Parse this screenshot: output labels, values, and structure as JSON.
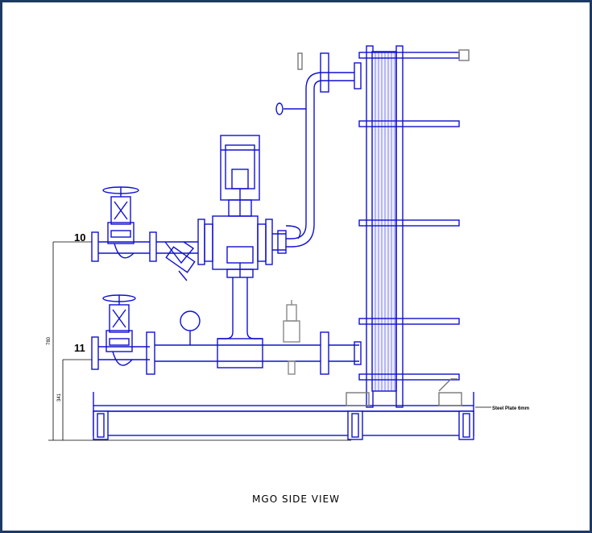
{
  "caption": "MGO SIDE VIEW",
  "labels": {
    "tag_upper": "10",
    "tag_lower": "11",
    "dim_tall": "780",
    "dim_short": "341",
    "steel_plate": "Steel Plate 6mm"
  },
  "colors": {
    "line": "#1010d0",
    "frame": "#1c3a63",
    "dimension": "#000000",
    "background": "#ffffff"
  }
}
